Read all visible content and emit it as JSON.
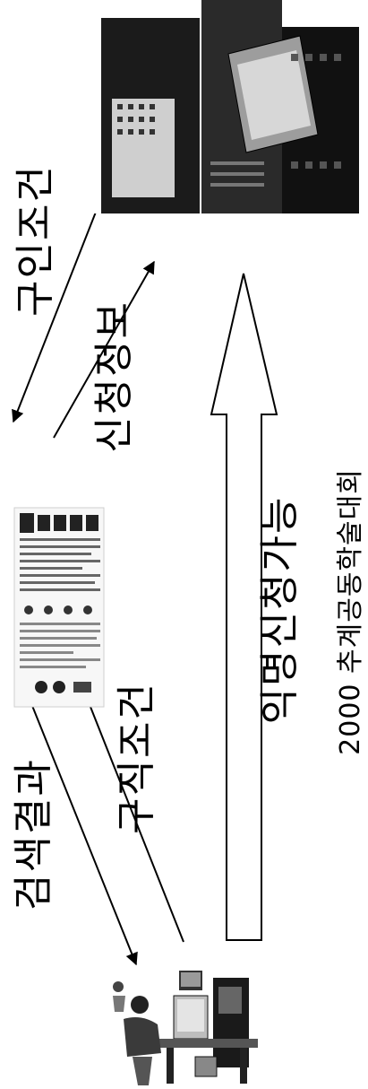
{
  "labels": {
    "search_result": "검색결과",
    "job_conditions": "구직조건",
    "anonymous_application": "익명신청가능",
    "application_info": "신청정보",
    "hiring_conditions": "구인조건"
  },
  "caption": "2000 추계공동학술대회",
  "icons": {
    "person": "person-at-desk-icon",
    "webpage": "web-page-screenshot-icon",
    "company": "office-buildings-icon"
  },
  "colors": {
    "ink": "#000000",
    "paper": "#ffffff"
  }
}
